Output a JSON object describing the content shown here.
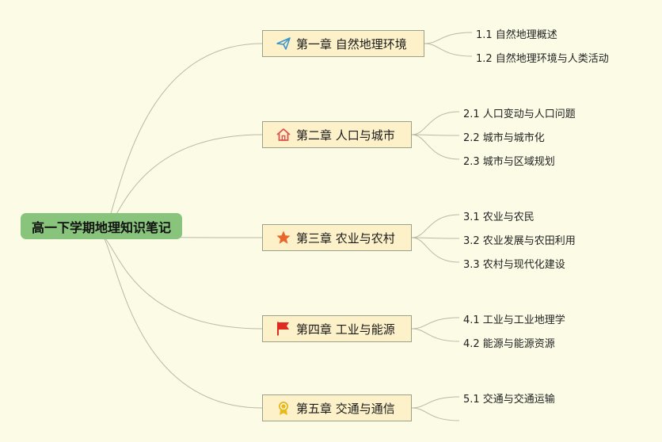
{
  "root": {
    "label": "高一下学期地理知识笔记"
  },
  "chapters": [
    {
      "label": "第一章 自然地理环境",
      "icon": "paper-plane-icon",
      "topics": [
        "1.1 自然地理概述",
        "1.2 自然地理环境与人类活动"
      ]
    },
    {
      "label": "第二章 人口与城市",
      "icon": "home-icon",
      "topics": [
        "2.1 人口变动与人口问题",
        "2.2 城市与城市化",
        "2.3 城市与区域规划"
      ]
    },
    {
      "label": "第三章 农业与农村",
      "icon": "star-icon",
      "topics": [
        "3.1 农业与农民",
        "3.2 农业发展与农田利用",
        "3.3 农村与现代化建设"
      ]
    },
    {
      "label": "第四章 工业与能源",
      "icon": "flag-icon",
      "topics": [
        "4.1 工业与工业地理学",
        "4.2 能源与能源资源"
      ]
    },
    {
      "label": "第五章 交通与通信",
      "icon": "award-badge-icon",
      "topics": [
        "5.1 交通与交通运输"
      ]
    }
  ],
  "colors": {
    "root_fill": "#88c47b",
    "chapter_fill": "#fdf1ca",
    "line": "#b9b9a8",
    "plane": "#3d94c9",
    "home": "#d9534f",
    "star": "#e8662a",
    "flag": "#e02a1f",
    "badge": "#e8b91a"
  }
}
